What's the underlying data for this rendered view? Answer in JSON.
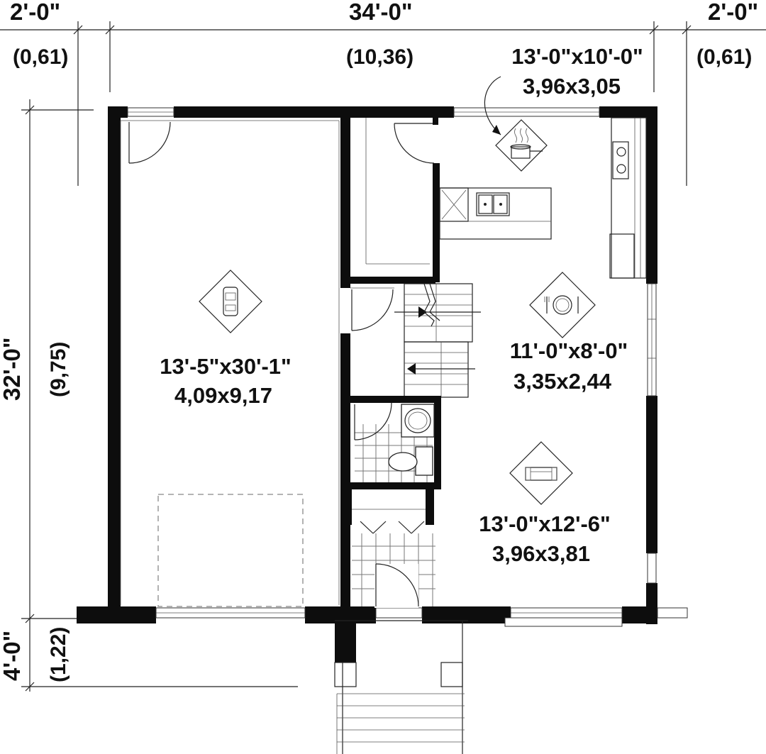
{
  "dimensions": {
    "top_left_ft": "2'-0\"",
    "top_left_m": "(0,61)",
    "top_center_ft": "34'-0\"",
    "top_center_m": "(10,36)",
    "top_right_ft": "2'-0\"",
    "top_right_m": "(0,61)",
    "left_main_ft": "32'-0\"",
    "left_main_m": "(9,75)",
    "left_bottom_ft": "4'-0\"",
    "left_bottom_m": "(1,22)"
  },
  "rooms": {
    "garage": {
      "size_ft": "13'-5\"x30'-1\"",
      "size_m": "4,09x9,17",
      "icon": "car-icon"
    },
    "kitchen": {
      "size_ft": "13'-0\"x10'-0\"",
      "size_m": "3,96x3,05",
      "icon": "cooking-pot-icon"
    },
    "dining": {
      "size_ft": "11'-0\"x8'-0\"",
      "size_m": "3,35x2,44",
      "icon": "place-setting-icon"
    },
    "living": {
      "size_ft": "13'-0\"x12'-6\"",
      "size_m": "3,96x3,81",
      "icon": "sofa-icon"
    }
  },
  "colors": {
    "wall": "#0d0d0d",
    "line": "#222222",
    "background": "#ffffff"
  }
}
